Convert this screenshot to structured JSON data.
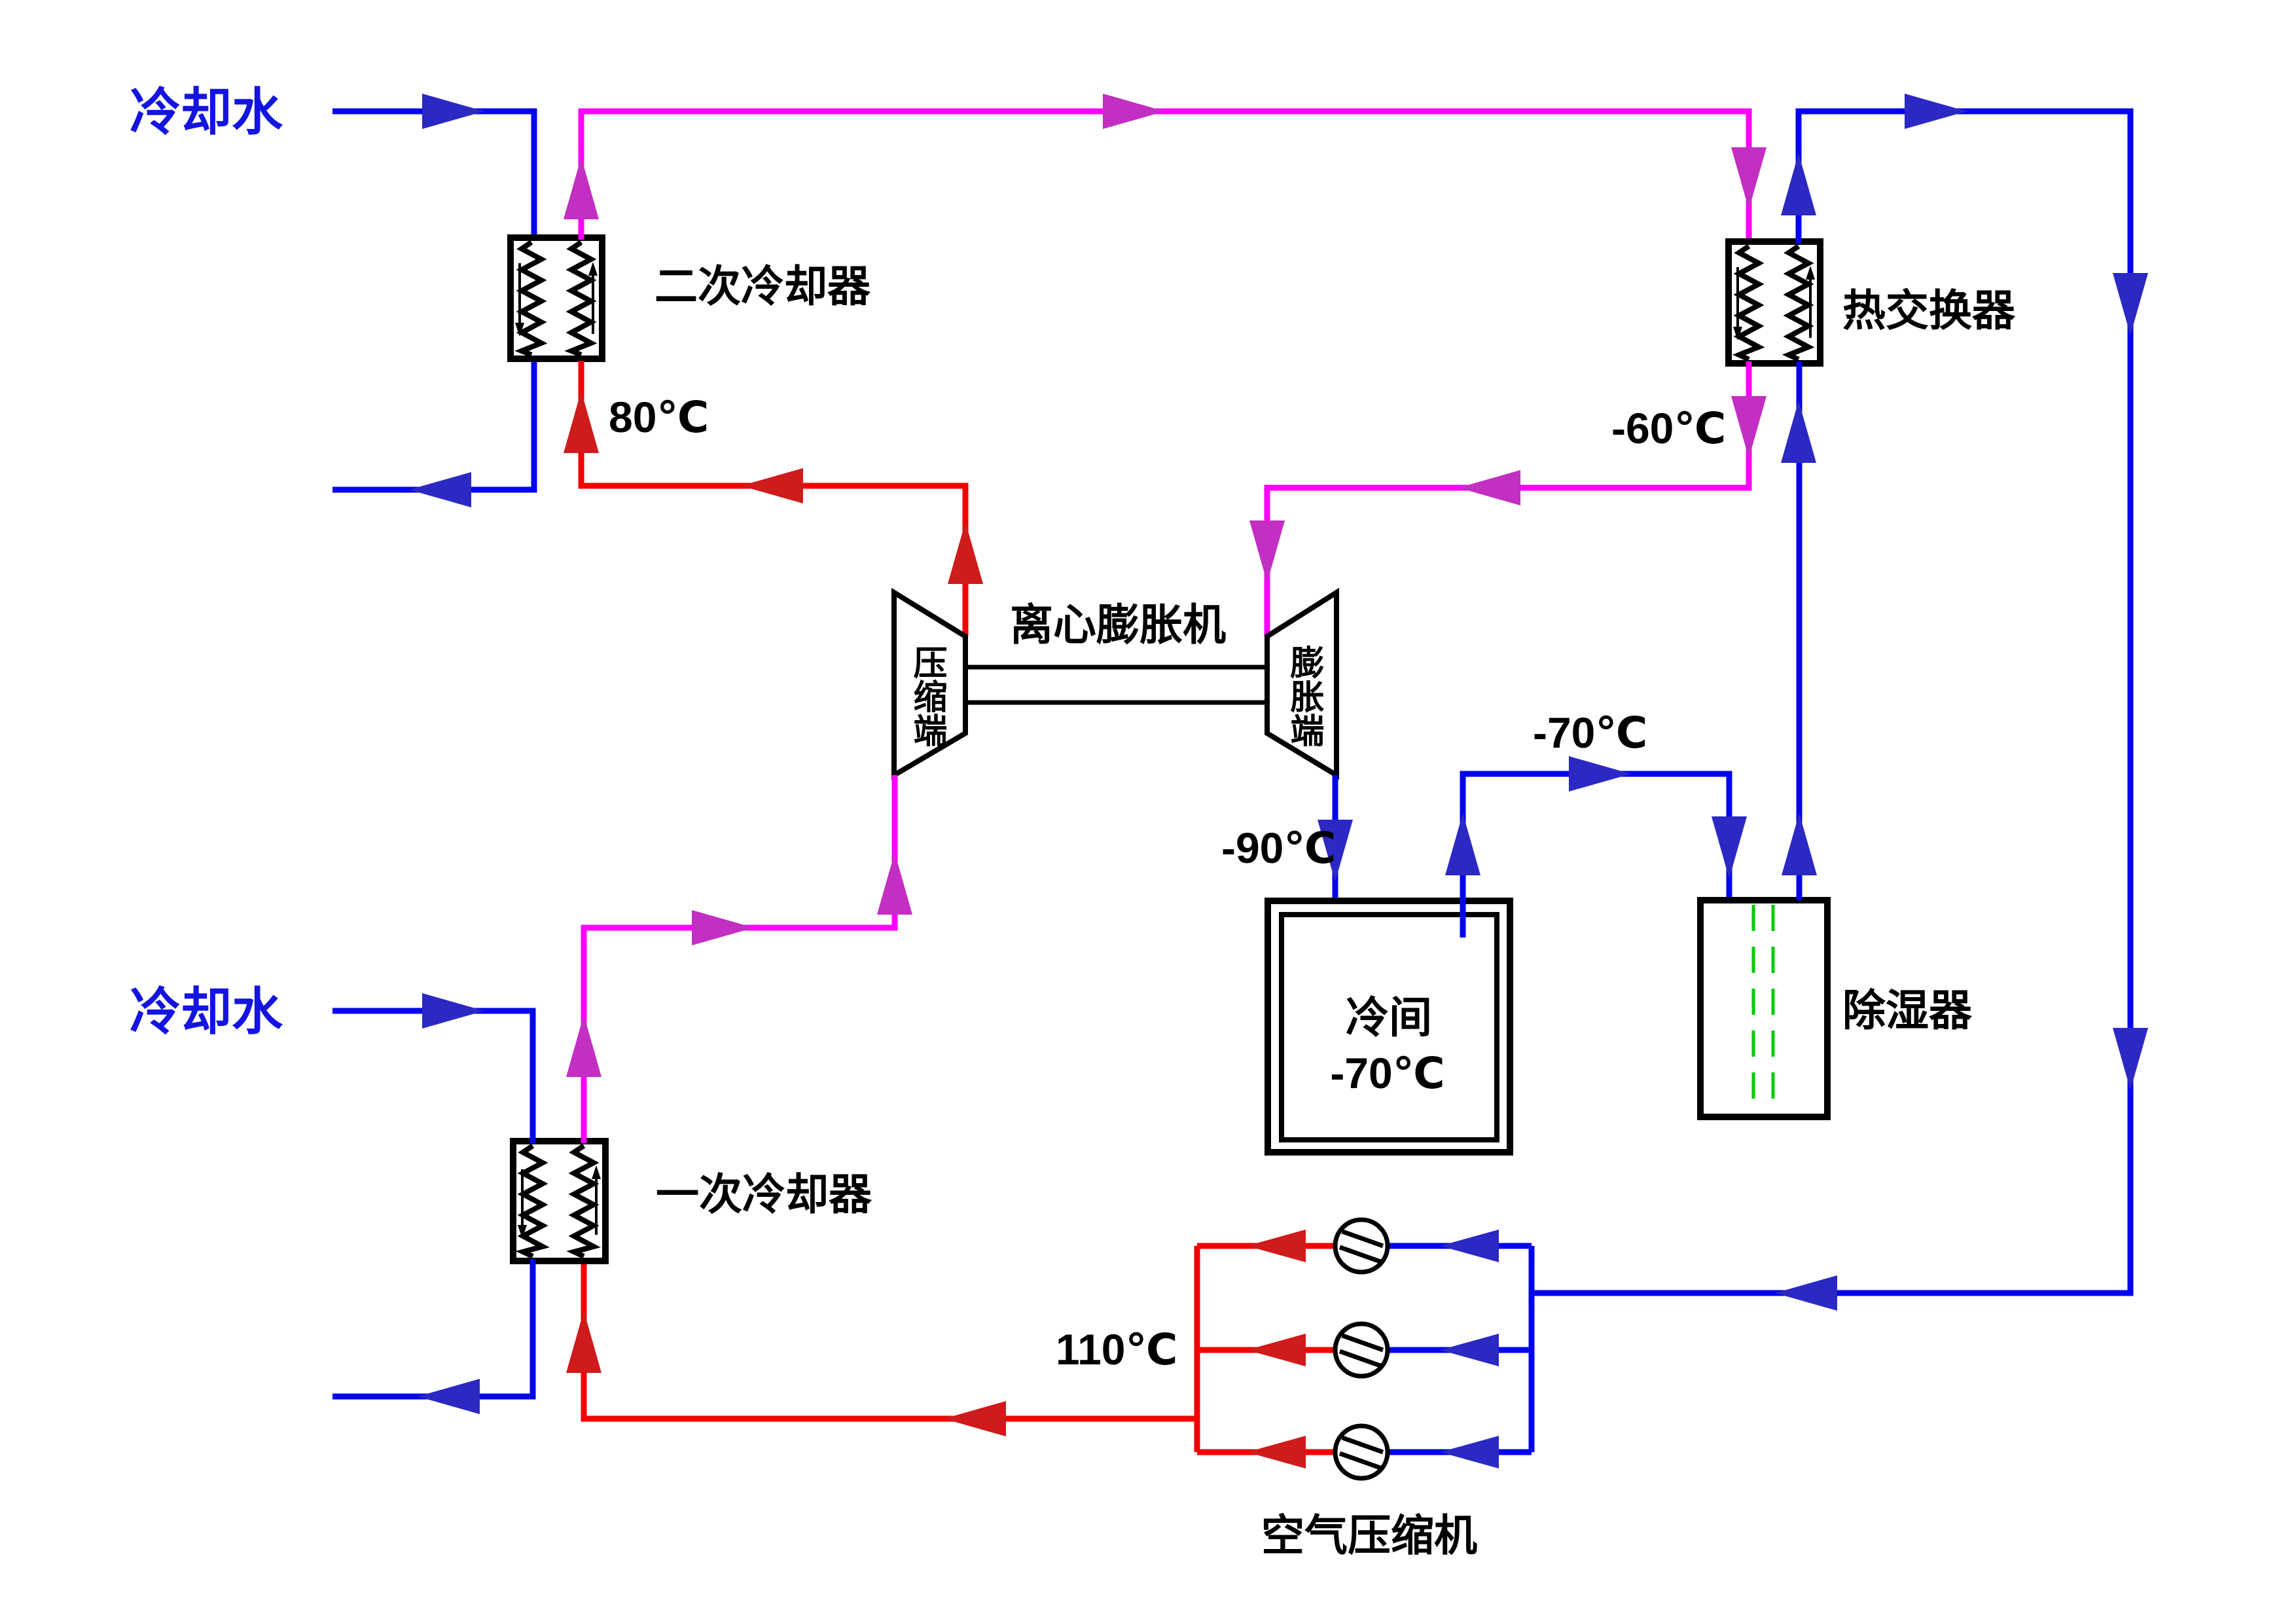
{
  "diagram_title": "air-cycle refrigeration flow diagram",
  "labels": {
    "cooling_water_top": "冷却水",
    "cooling_water_bottom": "冷却水",
    "secondary_cooler": "二次冷却器",
    "primary_cooler": "一次冷却器",
    "heat_exchanger": "热交换器",
    "expander_title": "离心膨胀机",
    "compressor_end": "压缩端",
    "expansion_end": "膨胀端",
    "cold_room_name": "冷间",
    "cold_room_temp": "-70℃",
    "dehumidifier": "除湿器",
    "air_compressor": "空气压缩机",
    "temp_80": "80℃",
    "temp_minus60": "-60℃",
    "temp_minus70": "-70℃",
    "temp_minus90": "-90℃",
    "temp_110": "110℃"
  },
  "colors": {
    "cooling_water_pipe": "#0404ee",
    "hot_air_pipe": "#f40000",
    "warm_air_pipe": "#ff00ff",
    "water_arrow": "#2b28c4",
    "hot_arrow": "#cf1b1b",
    "warm_arrow": "#c32ec3",
    "dehumidifier_dashes": "#00cc00",
    "equipment_outline": "#000000",
    "water_label_text": "#1414e0"
  },
  "equipment_count": {
    "air_compressors": 3,
    "heat_exchangers": 3,
    "cold_rooms": 1,
    "dehumidifiers": 1
  }
}
